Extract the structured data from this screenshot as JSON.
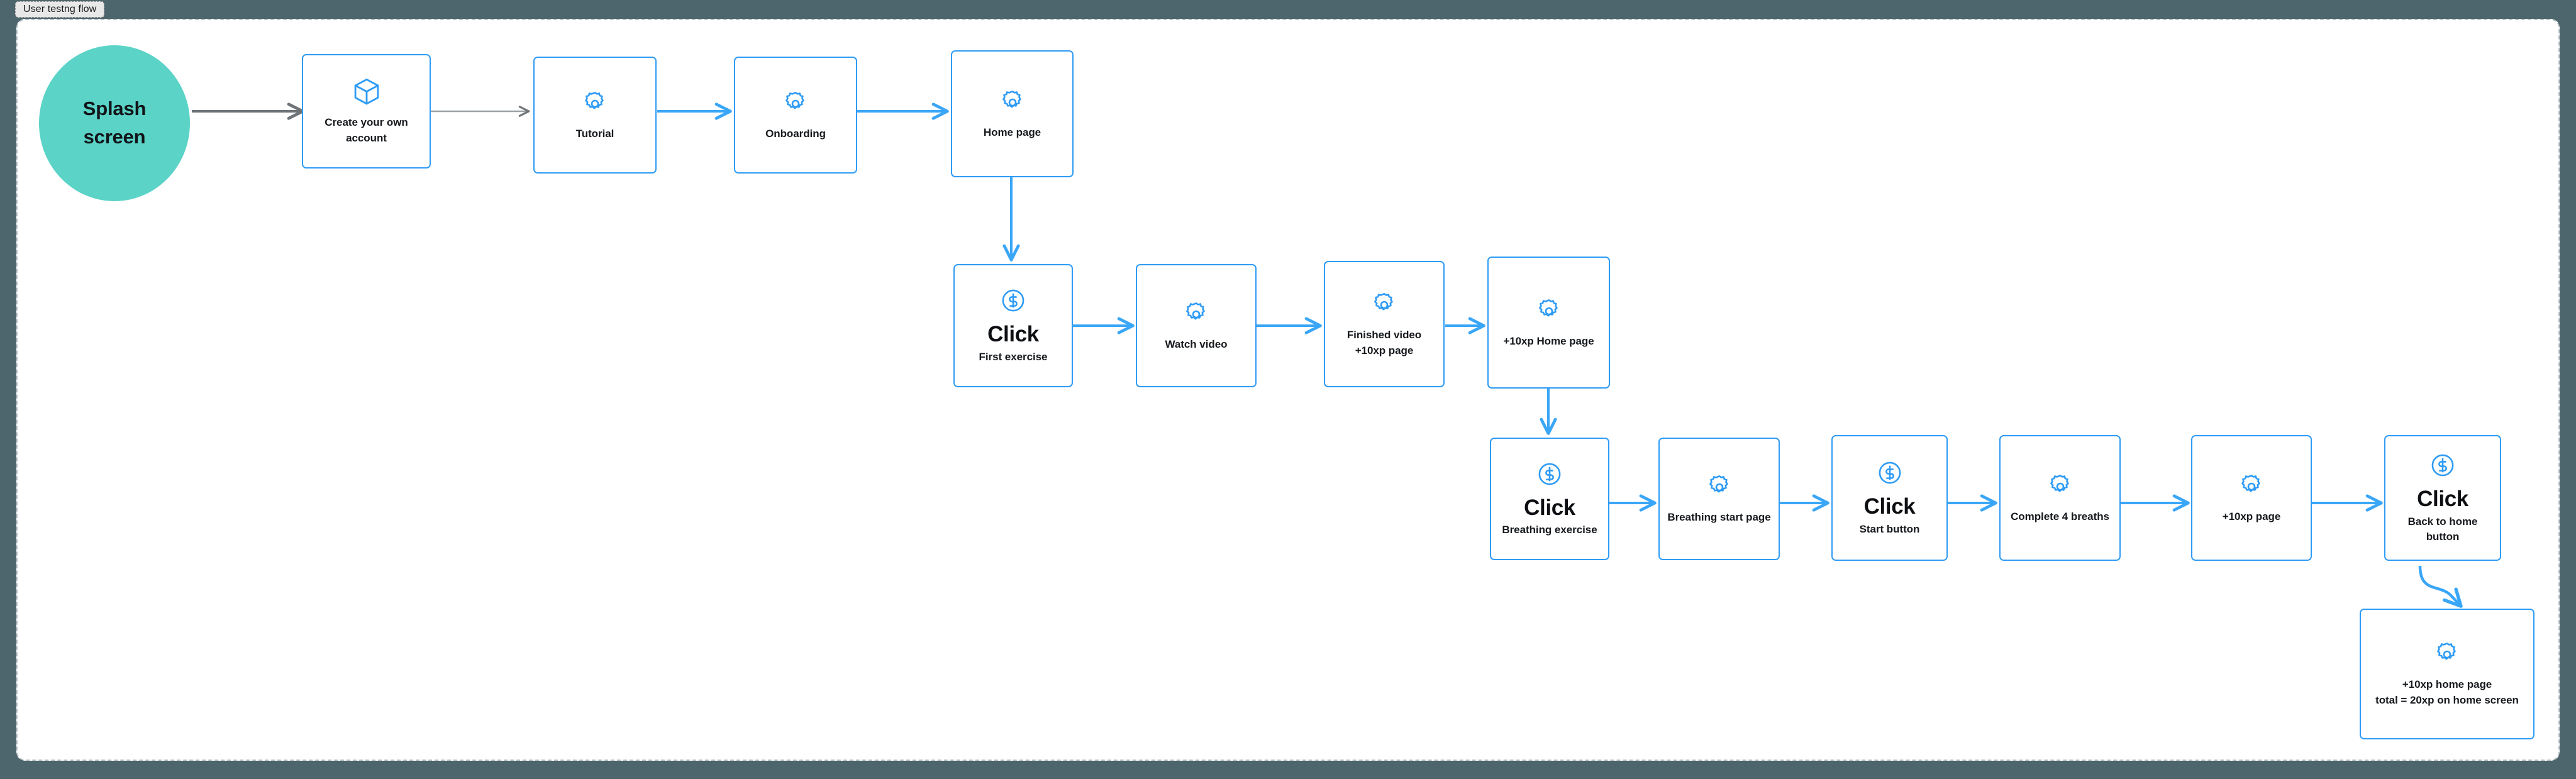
{
  "window": {
    "background_color": "#4d656c",
    "canvas_color": "#ffffff"
  },
  "tab": {
    "label": "User testng flow"
  },
  "colors": {
    "node_border": "#2e9bf5",
    "icon_blue": "#2e9bf5",
    "splash_teal": "#5bd3c7",
    "arrow_blue": "#3aa6f7",
    "arrow_gray": "#6e7377",
    "text_dark": "#0d0f12"
  },
  "splash": {
    "line1": "Splash",
    "line2": "screen"
  },
  "nodes": [
    {
      "id": "create-account",
      "icon": "cube-icon",
      "title": "",
      "label": "Create your own\naccount"
    },
    {
      "id": "tutorial",
      "icon": "gear-icon",
      "title": "",
      "label": "Tutorial"
    },
    {
      "id": "onboarding",
      "icon": "gear-icon",
      "title": "",
      "label": "Onboarding"
    },
    {
      "id": "home-page",
      "icon": "gear-icon",
      "title": "",
      "label": "Home page"
    },
    {
      "id": "click-first-exercise",
      "icon": "dollar-circle-icon",
      "title": "Click",
      "label": "First exercise"
    },
    {
      "id": "watch-video",
      "icon": "gear-icon",
      "title": "",
      "label": "Watch video"
    },
    {
      "id": "finished-video",
      "icon": "gear-icon",
      "title": "",
      "label": "Finished video\n+10xp page"
    },
    {
      "id": "xp-home-page",
      "icon": "gear-icon",
      "title": "",
      "label": "+10xp Home page"
    },
    {
      "id": "click-breathing",
      "icon": "dollar-circle-icon",
      "title": "Click",
      "label": "Breathing exercise"
    },
    {
      "id": "breathing-start-page",
      "icon": "gear-icon",
      "title": "",
      "label": "Breathing start page"
    },
    {
      "id": "click-start-button",
      "icon": "dollar-circle-icon",
      "title": "Click",
      "label": "Start button"
    },
    {
      "id": "complete-4-breaths",
      "icon": "gear-icon",
      "title": "",
      "label": "Complete 4 breaths"
    },
    {
      "id": "xp-page",
      "icon": "gear-icon",
      "title": "",
      "label": "+10xp page"
    },
    {
      "id": "click-back-to-home",
      "icon": "dollar-circle-icon",
      "title": "Click",
      "label": "Back to home button"
    },
    {
      "id": "xp-home-total",
      "icon": "gear-icon",
      "title": "",
      "label": "+10xp home page\ntotal = 20xp on home screen"
    }
  ]
}
